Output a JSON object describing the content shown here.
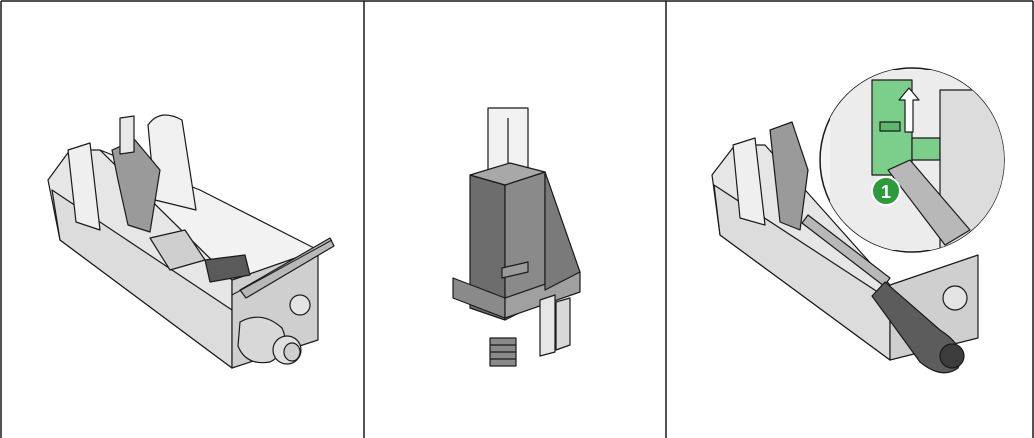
{
  "panels": [
    {
      "name": "panel-1",
      "depicts": "housing-with-screwdriver"
    },
    {
      "name": "panel-2",
      "depicts": "component-removed"
    },
    {
      "name": "panel-3",
      "depicts": "lever-with-screwdriver-detail"
    }
  ],
  "callout": {
    "step_number": "1"
  },
  "colors": {
    "outline": "#1a1a1a",
    "housing_fill": "#eeeeee",
    "housing_shade": "#d0d0d0",
    "part_dark": "#6d6d6d",
    "part_mid": "#8a8a8a",
    "part_light": "#a8a8a8",
    "highlight_green": "#7ccf8a",
    "step_badge": "#2e9a3e"
  }
}
